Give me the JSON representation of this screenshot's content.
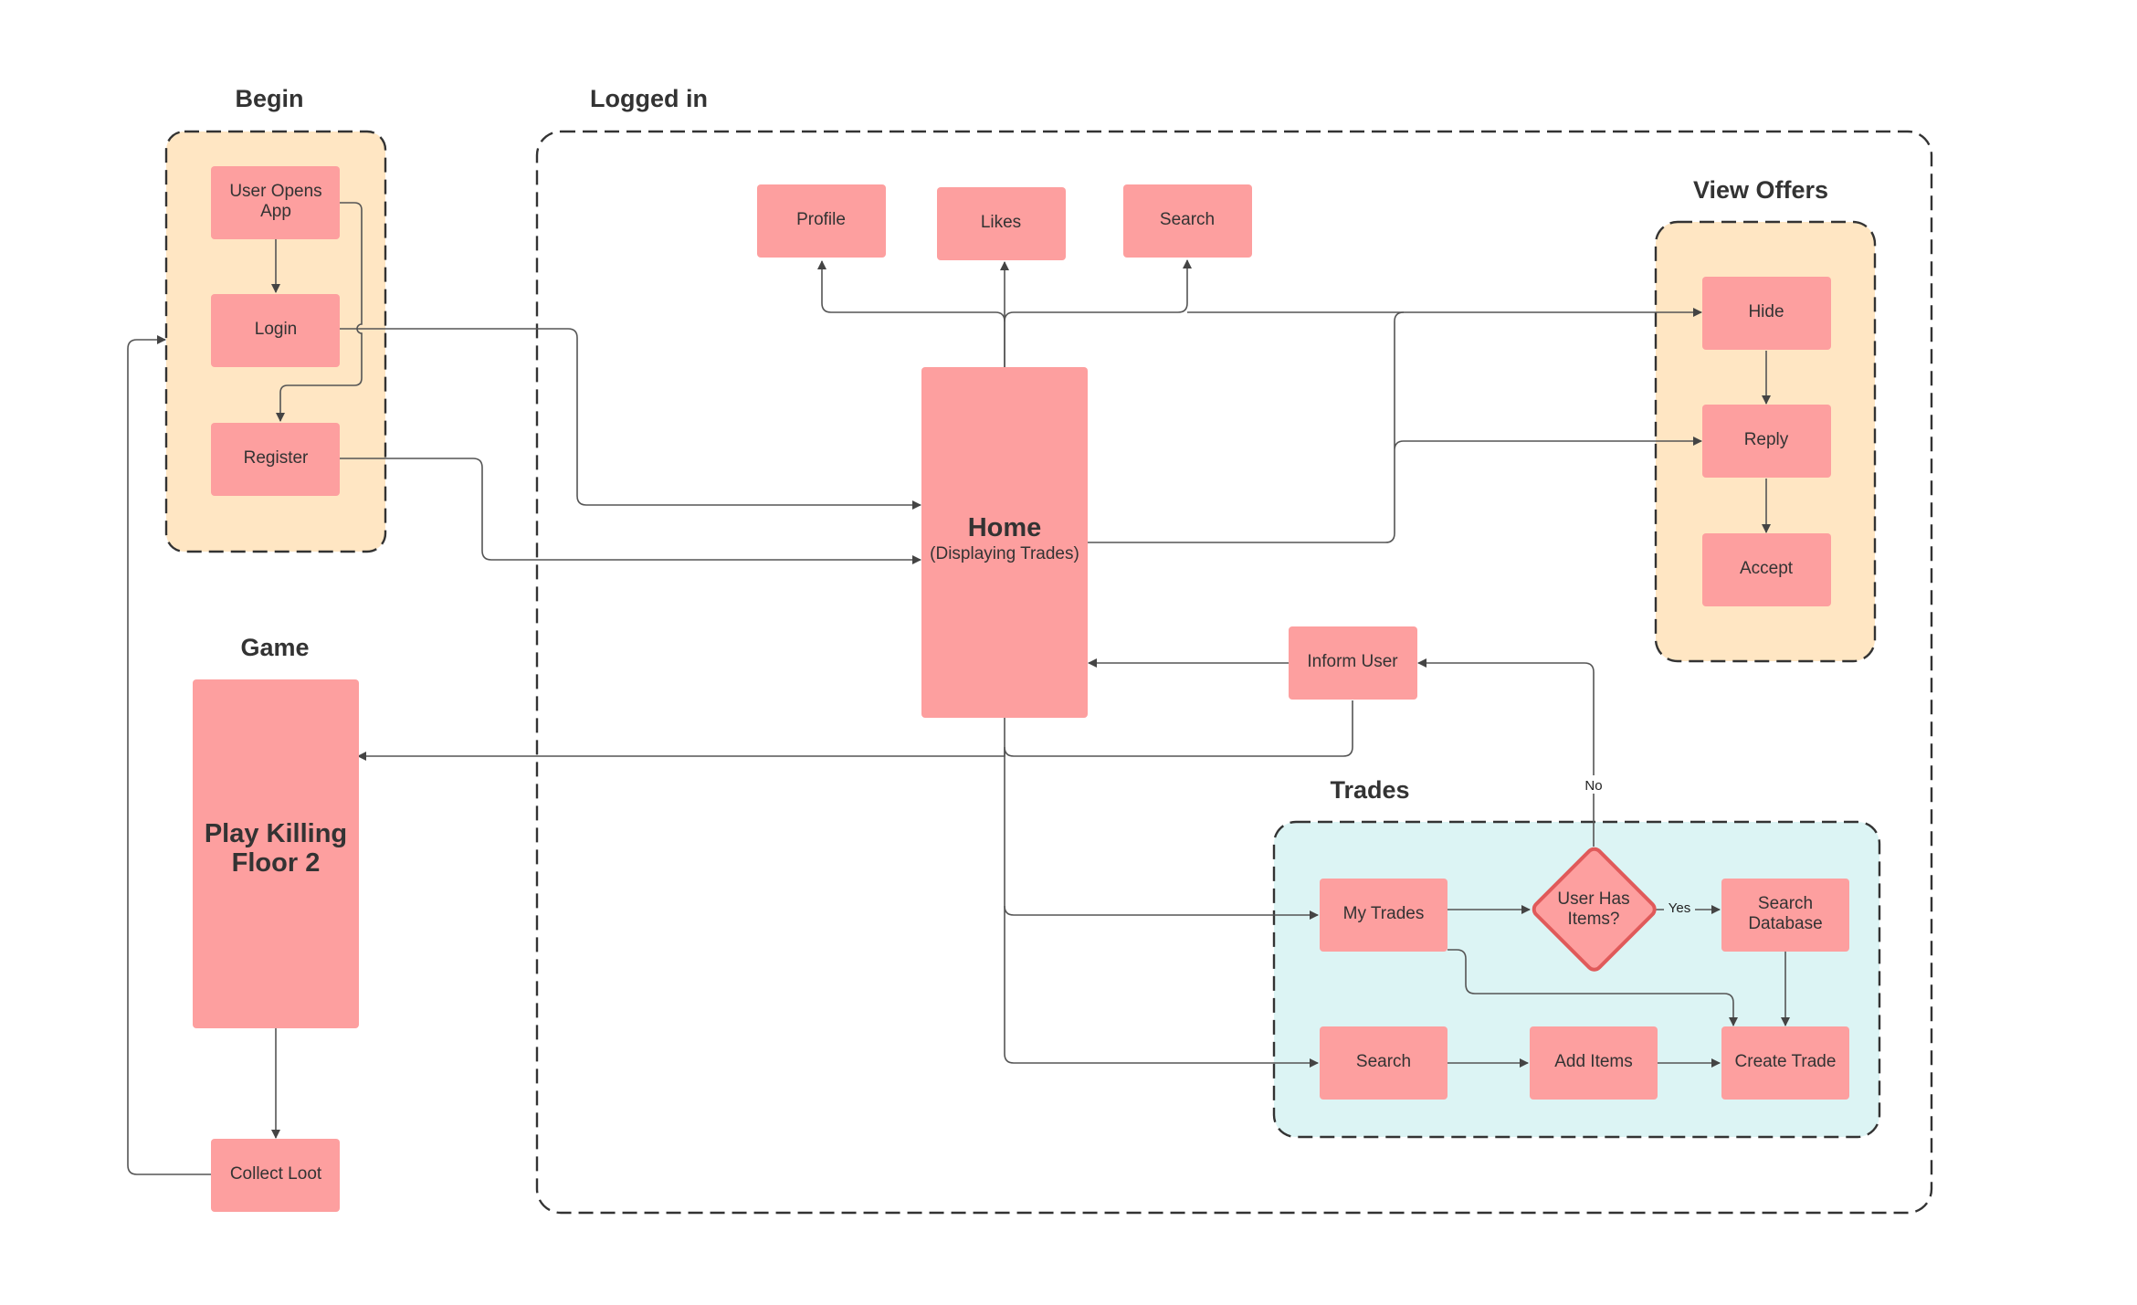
{
  "colors": {
    "node_fill": "#fd9f9f",
    "begin_group_fill": "#ffe6c3",
    "offers_group_fill": "#ffe6c3",
    "trades_group_fill": "#dcf4f4",
    "decision_stroke": "#e05a5a",
    "group_border": "#333333",
    "edge": "#555555"
  },
  "groups": {
    "begin": "Begin",
    "logged_in": "Logged in",
    "view_offers": "View Offers",
    "game": "Game",
    "trades": "Trades"
  },
  "nodes": {
    "user_opens_app": [
      "User Opens",
      "App"
    ],
    "login": "Login",
    "register": "Register",
    "profile": "Profile",
    "likes": "Likes",
    "search_top": "Search",
    "home_title": "Home",
    "home_subtitle": "(Displaying Trades)",
    "hide": "Hide",
    "reply": "Reply",
    "accept": "Accept",
    "inform_user": "Inform User",
    "play_killing_floor": [
      "Play Killing",
      "Floor 2"
    ],
    "collect_loot": "Collect Loot",
    "my_trades": "My Trades",
    "user_has_items": [
      "User Has",
      "Items?"
    ],
    "search_database": [
      "Search",
      "Database"
    ],
    "search_trades": "Search",
    "add_items": "Add Items",
    "create_trade": "Create Trade"
  },
  "edge_labels": {
    "no": "No",
    "yes": "Yes"
  }
}
